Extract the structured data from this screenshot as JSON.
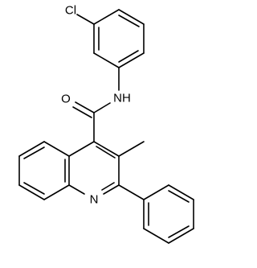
{
  "atom_labels": {
    "cl": "Cl",
    "nh": "NH",
    "o": "O",
    "n": "N"
  },
  "colors": {
    "bond": "#000000",
    "background": "#ffffff"
  }
}
